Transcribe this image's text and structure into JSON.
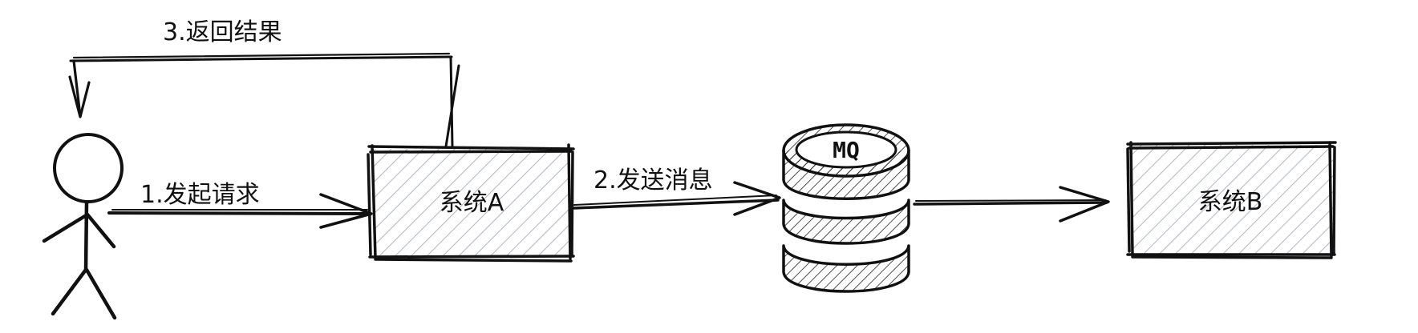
{
  "steps": {
    "request": "1.发起请求",
    "send": "2.发送消息",
    "return": "3.返回结果"
  },
  "nodes": {
    "system_a": "系统A",
    "mq": "MQ",
    "system_b": "系统B"
  },
  "colors": {
    "ink": "#111111",
    "box_hatch": "#b7bcc2",
    "db_hatch": "#222222"
  }
}
